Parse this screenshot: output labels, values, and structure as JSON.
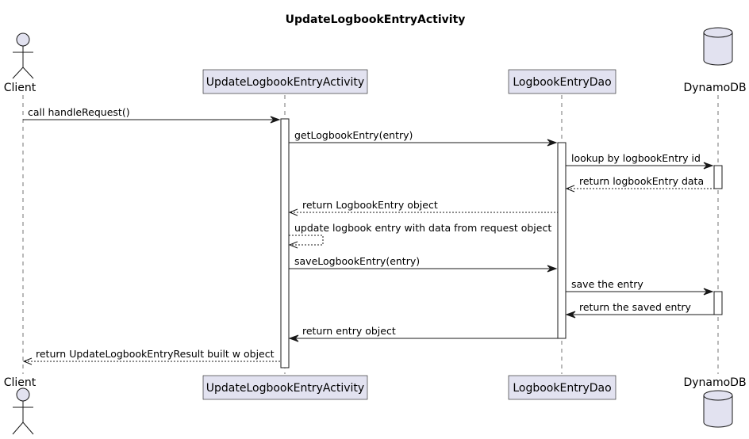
{
  "title": "UpdateLogbookEntryActivity",
  "participants": {
    "client": "Client",
    "activity": "UpdateLogbookEntryActivity",
    "dao": "LogbookEntryDao",
    "dynamo": "DynamoDB"
  },
  "messages": [
    "call handleRequest()",
    "getLogbookEntry(entry)",
    "lookup by logbookEntry id",
    "return logbookEntry data",
    "return LogbookEntry object",
    "update logbook entry with data from request object",
    "saveLogbookEntry(entry)",
    "save the entry",
    "return the saved entry",
    "return entry object",
    "return UpdateLogbookEntryResult built w object"
  ]
}
